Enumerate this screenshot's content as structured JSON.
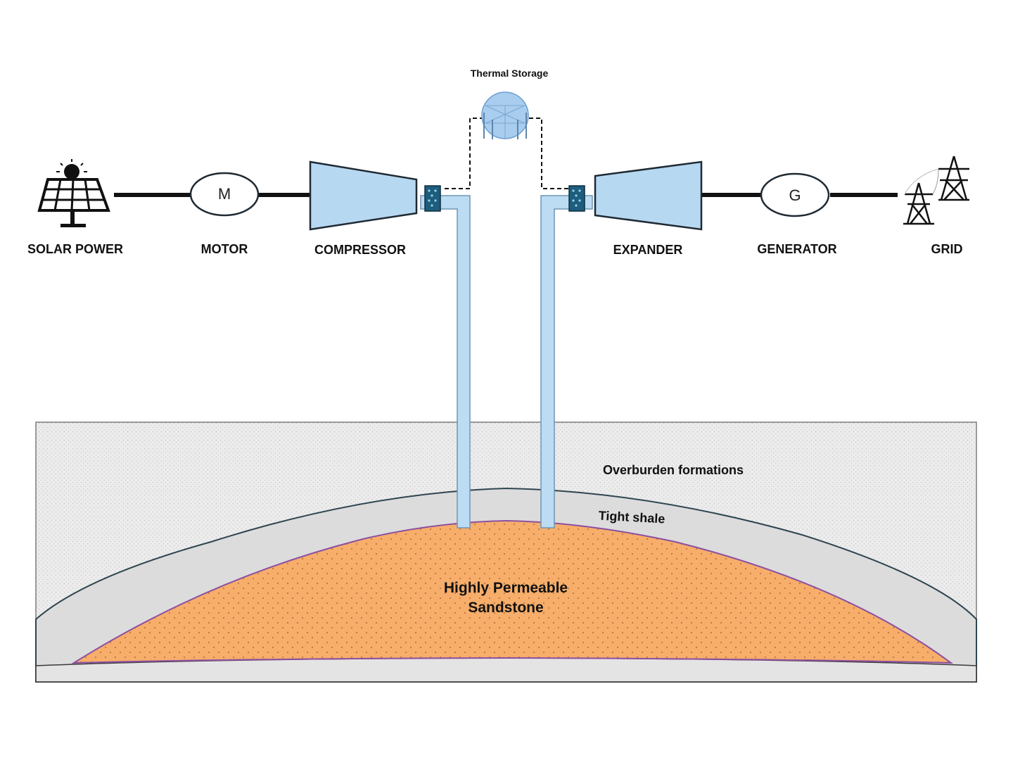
{
  "labels": {
    "thermal_storage": "Thermal Storage",
    "solar_power": "SOLAR POWER",
    "motor": "MOTOR",
    "compressor": "COMPRESSOR",
    "expander": "EXPANDER",
    "generator": "GENERATOR",
    "grid": "GRID",
    "motor_symbol": "M",
    "generator_symbol": "G",
    "overburden": "Overburden formations",
    "tight_shale": "Tight shale",
    "sandstone_line1": "Highly Permeable",
    "sandstone_line2": "Sandstone"
  },
  "colors": {
    "machine_fill": "#b7d8f1",
    "machine_stroke": "#1f2a33",
    "pipe_fill": "#bcdcf4",
    "overburden_fill": "#eaeaea",
    "shale_fill": "#dcdcdc",
    "sandstone_fill": "#f6ae6a",
    "heat_exchanger": "#1d5d7d"
  },
  "icons": [
    "solar-panel-icon",
    "transmission-tower-icon",
    "spherical-tank-icon"
  ]
}
